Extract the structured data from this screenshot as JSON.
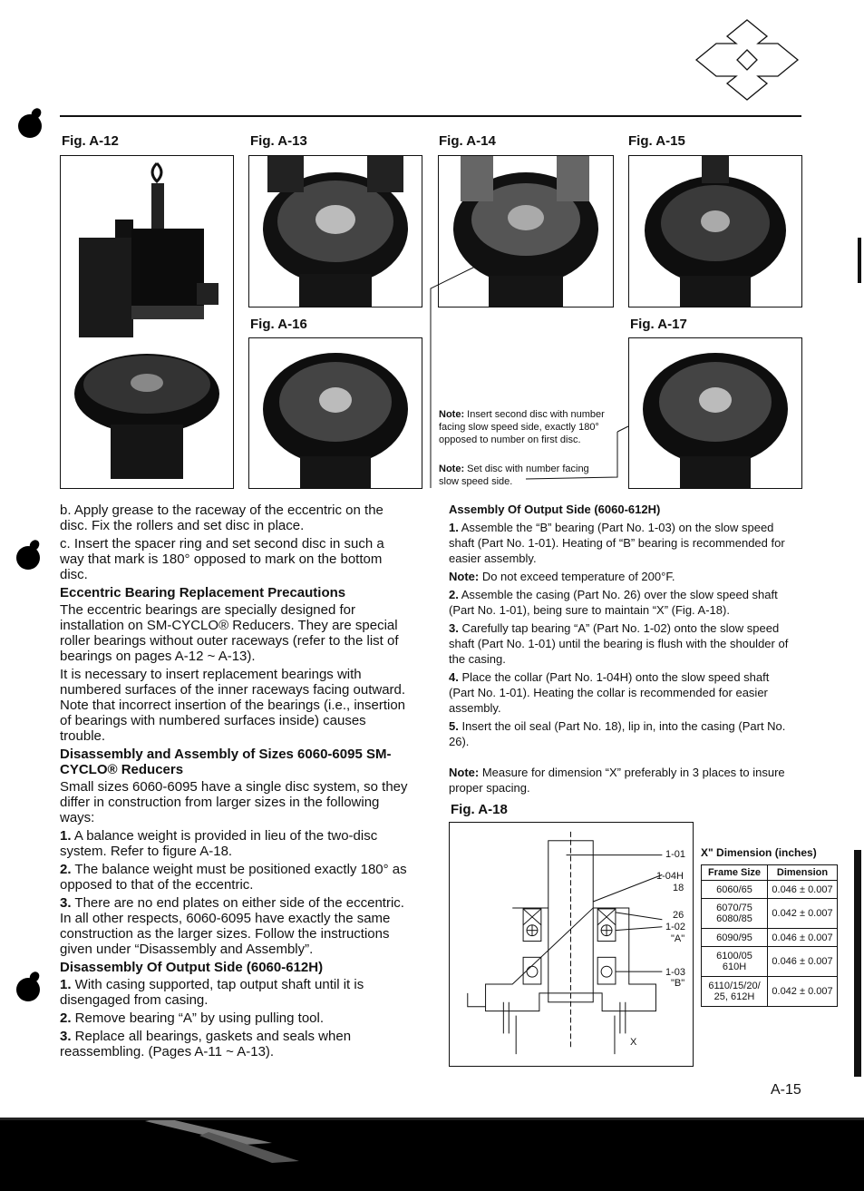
{
  "logo": {
    "name": "diamond-emblem"
  },
  "figures": {
    "a12": "Fig. A-12",
    "a13": "Fig. A-13",
    "a14": "Fig. A-14",
    "a15": "Fig. A-15",
    "a16": "Fig. A-16",
    "a17": "Fig. A-17",
    "a18": "Fig. A-18"
  },
  "photo_notes": {
    "note1_label": "Note:",
    "note1_text": " Insert second disc with number facing slow speed side, exactly 180° opposed to number on first disc.",
    "note2_label": "Note:",
    "note2_text": " Set disc with number facing slow speed side."
  },
  "left": {
    "p_b": "b. Apply grease to the raceway of the eccentric on the disc. Fix the rollers and set disc in place.",
    "p_c": "c. Insert the spacer ring and set second disc in such a way that mark is 180° opposed to mark on the bottom disc.",
    "h_eccentric": "Eccentric Bearing Replacement Precautions",
    "p_eccentric1": "The eccentric bearings are specially designed for installation on SM-CYCLO® Reducers. They are special roller bearings without outer raceways (refer to the list of bearings on pages A-12 ~ A-13).",
    "p_eccentric2": "It is necessary to insert replacement bearings with numbered surfaces of the inner raceways facing outward. Note that incorrect insertion of the bearings (i.e., insertion of bearings with numbered surfaces inside) causes trouble.",
    "h_disassembly_sizes": "Disassembly and Assembly of Sizes 6060-6095 SM-CYCLO® Reducers",
    "p_small": "Small sizes 6060-6095 have a single disc system, so they differ in construction from larger sizes in the following ways:",
    "items": [
      {
        "n": "1.",
        "t": " A balance weight is provided in lieu of the two-disc system. Refer to figure A-18."
      },
      {
        "n": "2.",
        "t": " The balance weight must be positioned exactly 180° as opposed to that of the eccentric."
      },
      {
        "n": "3.",
        "t": " There are no end plates on either side of the eccentric. In all other respects, 6060-6095 have exactly the same construction as the larger sizes. Follow the instructions given under “Disassembly and Assembly”."
      }
    ],
    "h_disassembly_output": "Disassembly Of Output Side (6060-612H)",
    "items2": [
      {
        "n": "1.",
        "t": " With casing supported, tap output shaft until it is disengaged from casing."
      },
      {
        "n": "2.",
        "t": " Remove bearing “A” by using pulling tool."
      },
      {
        "n": "3.",
        "t": " Replace all bearings, gaskets and seals when reassembling. (Pages A-11 ~ A-13)."
      }
    ]
  },
  "right": {
    "h_assembly": "Assembly Of Output Side (6060-612H)",
    "s1n": "1.",
    "s1": " Assemble the “B” bearing (Part No. 1-03) on the slow speed shaft (Part No. 1-01). Heating of “B” bearing is recommended for easier assembly.",
    "note_a_label": "Note:",
    "note_a": " Do not exceed temperature of 200°F.",
    "s2n": "2.",
    "s2": " Assemble the casing (Part No. 26) over the slow speed shaft (Part No. 1-01), being sure to maintain “X” (Fig. A-18).",
    "s3n": "3.",
    "s3": " Carefully tap bearing “A” (Part No. 1-02) onto the slow speed shaft (Part No. 1-01) until the bearing is flush with the shoulder of the casing.",
    "s4n": "4.",
    "s4": " Place the collar (Part No. 1-04H) onto the slow speed shaft (Part No. 1-01). Heating the collar is recommended for easier assembly.",
    "s5n": "5.",
    "s5": " Insert the oil seal (Part No. 18), lip in, into the casing (Part No. 26).",
    "note_b_label": "Note:",
    "note_b": " Measure for dimension “X” preferably in 3 places to insure proper spacing."
  },
  "diagram_labels": {
    "l101": "1-01",
    "l104h": "1-04H",
    "l18": "18",
    "l26": "26",
    "l102": "1-02",
    "la": "\"A\"",
    "l103": "1-03",
    "lb": "\"B\"",
    "lx": "X"
  },
  "dim_table": {
    "title": "X\" Dimension (inches)",
    "headers": [
      "Frame Size",
      "Dimension"
    ],
    "rows": [
      {
        "frame": "6060/65",
        "dim": "0.046 ± 0.007"
      },
      {
        "frame": "6070/75\n6080/85",
        "dim": "0.042 ± 0.007"
      },
      {
        "frame": "6090/95",
        "dim": "0.046 ± 0.007"
      },
      {
        "frame": "6100/05\n610H",
        "dim": "0.046 ± 0.007"
      },
      {
        "frame": "6110/15/20/\n25, 612H",
        "dim": "0.042 ± 0.007"
      }
    ]
  },
  "page_number": "A-15"
}
